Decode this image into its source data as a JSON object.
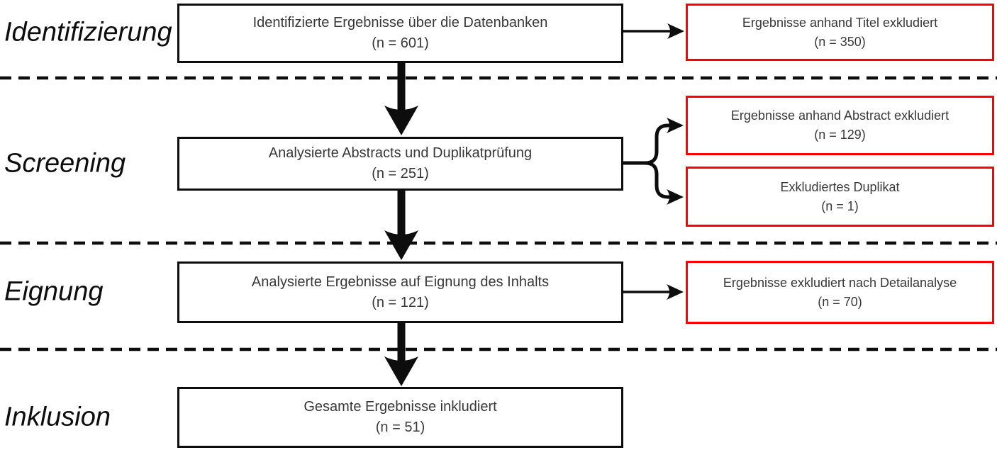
{
  "diagram": {
    "type": "prisma-flow-chart",
    "language": "de",
    "colors": {
      "box_border": "#0d0d0d",
      "excluded_box_border": "#fe0000",
      "box_text": "#383838",
      "label_text": "#0d0d0d",
      "arrow": "#0d0d0d",
      "background": "#ffffff"
    },
    "stages": [
      {
        "label": "Identifizierung"
      },
      {
        "label": "Screening"
      },
      {
        "label": "Eignung"
      },
      {
        "label": "Inklusion"
      }
    ],
    "main_boxes": [
      {
        "line1": "Identifizierte Ergebnisse über die Datenbanken",
        "line2": "(n = 601)",
        "n": 601
      },
      {
        "line1": "Analysierte Abstracts und Duplikatprüfung",
        "line2": "(n = 251)",
        "n": 251
      },
      {
        "line1": "Analysierte Ergebnisse auf Eignung des Inhalts",
        "line2": "(n = 121)",
        "n": 121
      },
      {
        "line1": "Gesamte Ergebnisse inkludiert",
        "line2": "(n = 51)",
        "n": 51
      }
    ],
    "excluded_boxes": [
      {
        "line1": "Ergebnisse anhand Titel exkludiert",
        "line2": "(n = 350)",
        "n": 350
      },
      {
        "line1": "Ergebnisse anhand Abstract exkludiert",
        "line2": "(n = 129)",
        "n": 129
      },
      {
        "line1": "Exkludiertes Duplikat",
        "line2": "(n = 1)",
        "n": 1
      },
      {
        "line1": "Ergebnisse exkludiert nach Detailanalyse",
        "line2": "(n = 70)",
        "n": 70
      }
    ]
  }
}
